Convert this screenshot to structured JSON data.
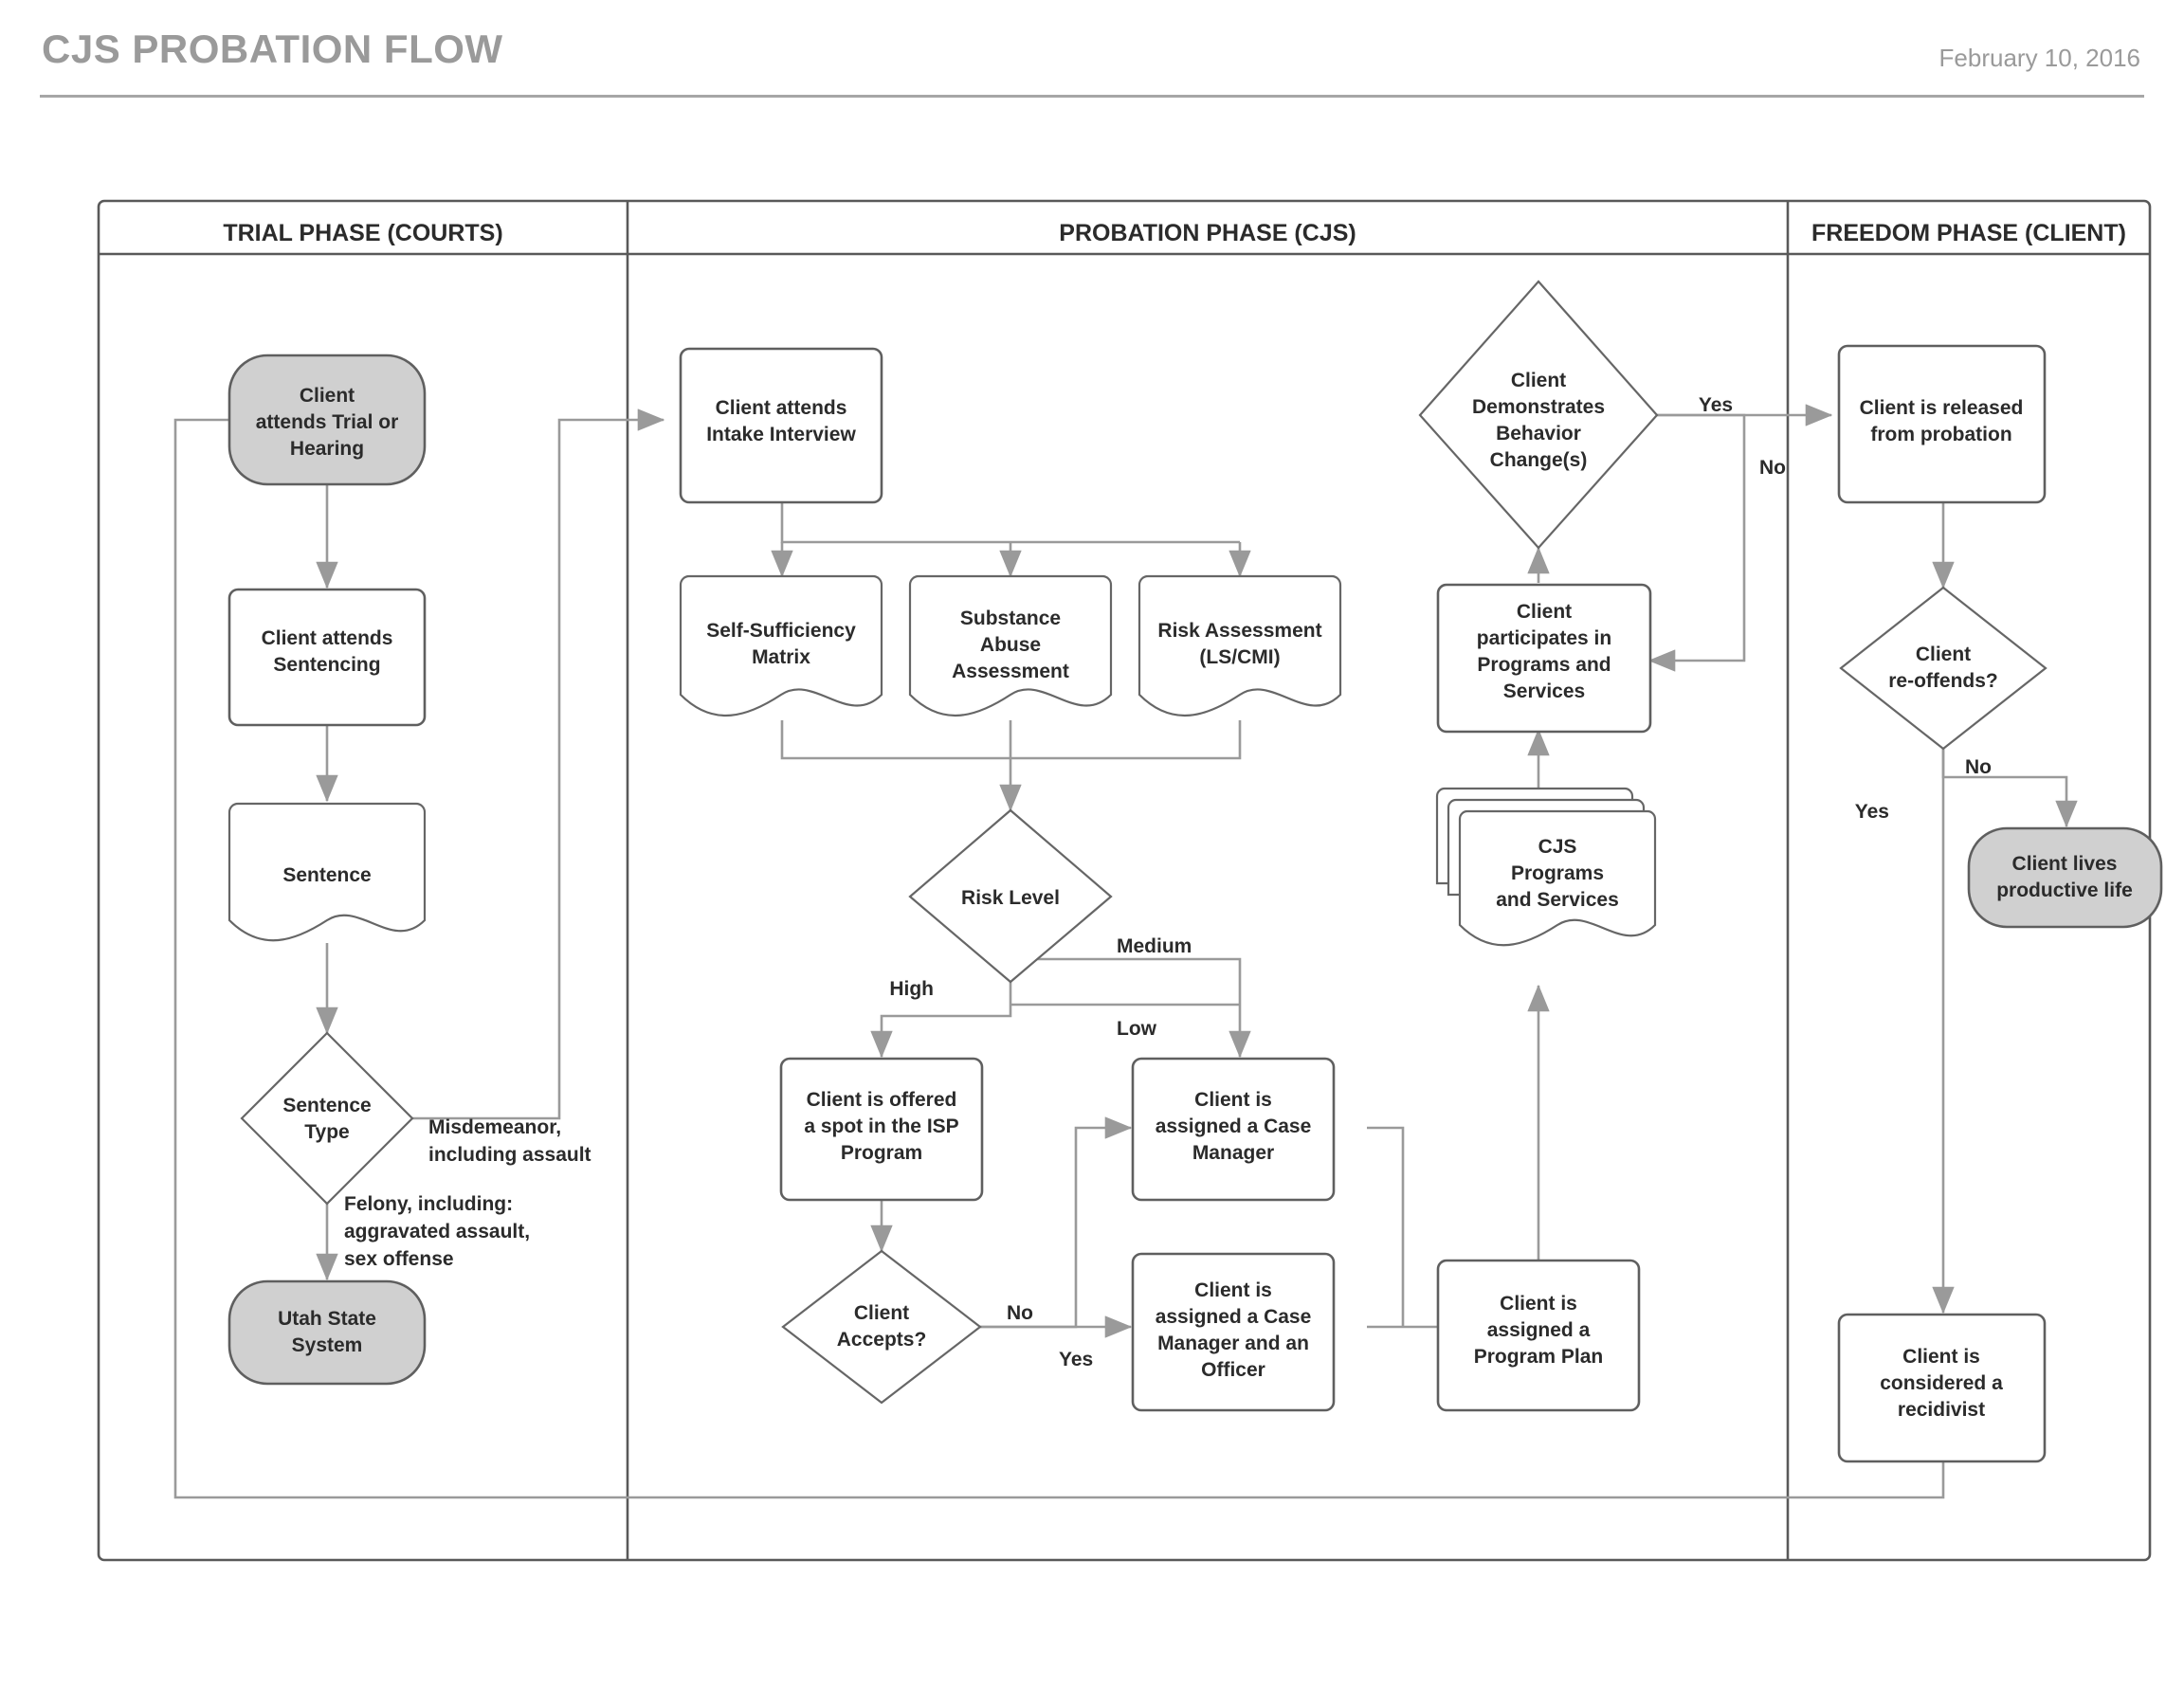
{
  "header": {
    "title": "CJS PROBATION FLOW",
    "date": "February 10, 2016"
  },
  "lanes": [
    {
      "id": "trial",
      "label": "TRIAL PHASE (COURTS)"
    },
    {
      "id": "probation",
      "label": "PROBATION PHASE (CJS)"
    },
    {
      "id": "freedom",
      "label": "FREEDOM PHASE (CLIENT)"
    }
  ],
  "colors": {
    "terminator_fill": "#d0d0d0",
    "node_fill": "#ffffff",
    "node_stroke": "#5f5f5f",
    "connector": "#9a9a9a",
    "lane_stroke": "#595959",
    "header_text": "#9a9a9a",
    "node_text": "#2b2b2b"
  },
  "nodes": {
    "trial_hearing": {
      "lane": "trial",
      "shape": "terminator",
      "lines": [
        "Client",
        "attends Trial or",
        "Hearing"
      ]
    },
    "sentencing": {
      "lane": "trial",
      "shape": "process",
      "lines": [
        "Client attends",
        "Sentencing"
      ]
    },
    "sentence_doc": {
      "lane": "trial",
      "shape": "document",
      "lines": [
        "Sentence"
      ]
    },
    "sentence_type": {
      "lane": "trial",
      "shape": "decision",
      "lines": [
        "Sentence",
        "Type"
      ]
    },
    "utah_state": {
      "lane": "trial",
      "shape": "terminator",
      "lines": [
        "Utah State",
        "System"
      ]
    },
    "intake": {
      "lane": "probation",
      "shape": "process",
      "lines": [
        "Client attends",
        "Intake Interview"
      ]
    },
    "self_suff": {
      "lane": "probation",
      "shape": "document",
      "lines": [
        "Self-Sufficiency",
        "Matrix"
      ]
    },
    "substance": {
      "lane": "probation",
      "shape": "document",
      "lines": [
        "Substance",
        "Abuse",
        "Assessment"
      ]
    },
    "risk_assess": {
      "lane": "probation",
      "shape": "document",
      "lines": [
        "Risk Assessment",
        "(LS/CMI)"
      ]
    },
    "risk_level": {
      "lane": "probation",
      "shape": "decision",
      "lines": [
        "Risk Level"
      ]
    },
    "isp_offer": {
      "lane": "probation",
      "shape": "process",
      "lines": [
        "Client is offered",
        "a spot in the ISP",
        "Program"
      ]
    },
    "client_accepts": {
      "lane": "probation",
      "shape": "decision",
      "lines": [
        "Client",
        "Accepts?"
      ]
    },
    "case_manager": {
      "lane": "probation",
      "shape": "process",
      "lines": [
        "Client is",
        "assigned a Case",
        "Manager"
      ]
    },
    "cm_and_officer": {
      "lane": "probation",
      "shape": "process",
      "lines": [
        "Client is",
        "assigned a Case",
        "Manager and an",
        "Officer"
      ]
    },
    "program_plan": {
      "lane": "probation",
      "shape": "process",
      "lines": [
        "Client is",
        "assigned a",
        "Program Plan"
      ]
    },
    "cjs_programs": {
      "lane": "probation",
      "shape": "multidoc",
      "lines": [
        "CJS",
        "Programs",
        "and Services"
      ]
    },
    "participates": {
      "lane": "probation",
      "shape": "process",
      "lines": [
        "Client",
        "participates in",
        "Programs and",
        "Services"
      ]
    },
    "behavior_change": {
      "lane": "probation",
      "shape": "decision",
      "lines": [
        "Client",
        "Demonstrates",
        "Behavior",
        "Change(s)"
      ]
    },
    "released": {
      "lane": "freedom",
      "shape": "process",
      "lines": [
        "Client is released",
        "from probation"
      ]
    },
    "reoffends": {
      "lane": "freedom",
      "shape": "decision",
      "lines": [
        "Client",
        "re-offends?"
      ]
    },
    "productive": {
      "lane": "freedom",
      "shape": "terminator",
      "lines": [
        "Client lives",
        "productive life"
      ]
    },
    "recidivist": {
      "lane": "freedom",
      "shape": "process",
      "lines": [
        "Client is",
        "considered a",
        "recidivist"
      ]
    }
  },
  "edge_labels": {
    "misdemeanor": [
      "Misdemeanor,",
      "including assault"
    ],
    "felony": [
      "Felony, including:",
      "aggravated assault,",
      "sex offense"
    ],
    "risk_high": "High",
    "risk_medium": "Medium",
    "risk_low": "Low",
    "accepts_no": "No",
    "accepts_yes": "Yes",
    "behavior_yes": "Yes",
    "behavior_no": "No",
    "reoffend_no": "No",
    "reoffend_yes": "Yes"
  }
}
